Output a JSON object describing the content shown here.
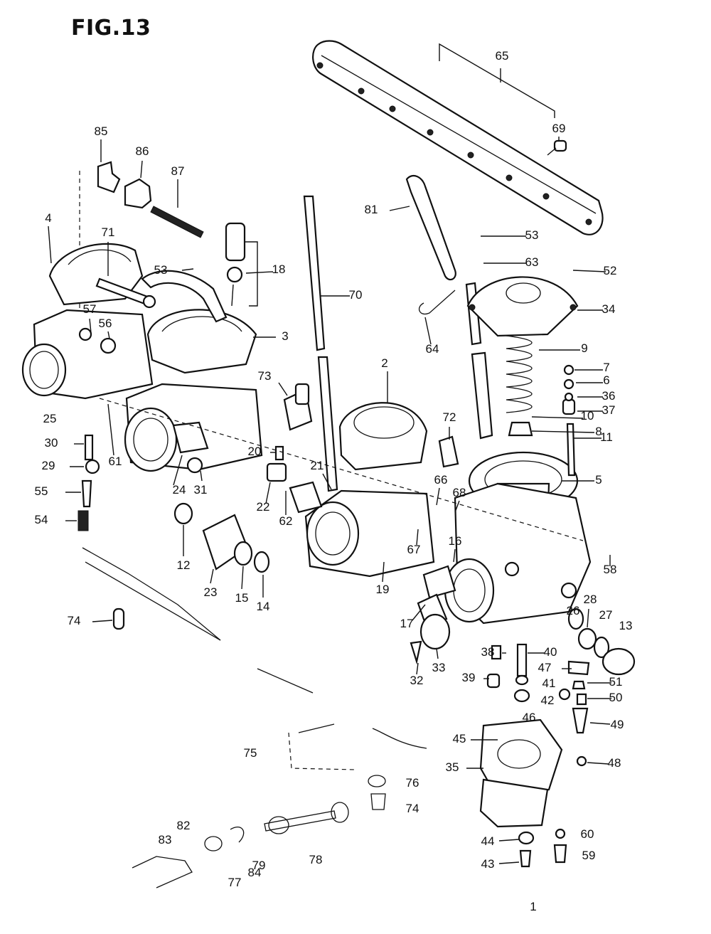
{
  "figure": {
    "title": "FIG.13"
  },
  "callouts": [
    "1",
    "2",
    "3",
    "4",
    "5",
    "6",
    "7",
    "8",
    "9",
    "10",
    "11",
    "12",
    "13",
    "14",
    "15",
    "16",
    "17",
    "18",
    "19",
    "20",
    "21",
    "22",
    "23",
    "24",
    "25",
    "26",
    "27",
    "28",
    "29",
    "30",
    "31",
    "32",
    "33",
    "34",
    "35",
    "36",
    "37",
    "38",
    "39",
    "40",
    "41",
    "42",
    "43",
    "44",
    "45",
    "46",
    "47",
    "48",
    "49",
    "50",
    "51",
    "52",
    "53",
    "53",
    "54",
    "55",
    "56",
    "57",
    "58",
    "59",
    "60",
    "61",
    "62",
    "63",
    "64",
    "65",
    "66",
    "67",
    "68",
    "69",
    "70",
    "71",
    "72",
    "73",
    "74",
    "74",
    "75",
    "76",
    "77",
    "78",
    "79",
    "81",
    "82",
    "83",
    "84",
    "85",
    "86",
    "87"
  ],
  "colors": {
    "ink": "#111111",
    "paper": "#ffffff"
  }
}
